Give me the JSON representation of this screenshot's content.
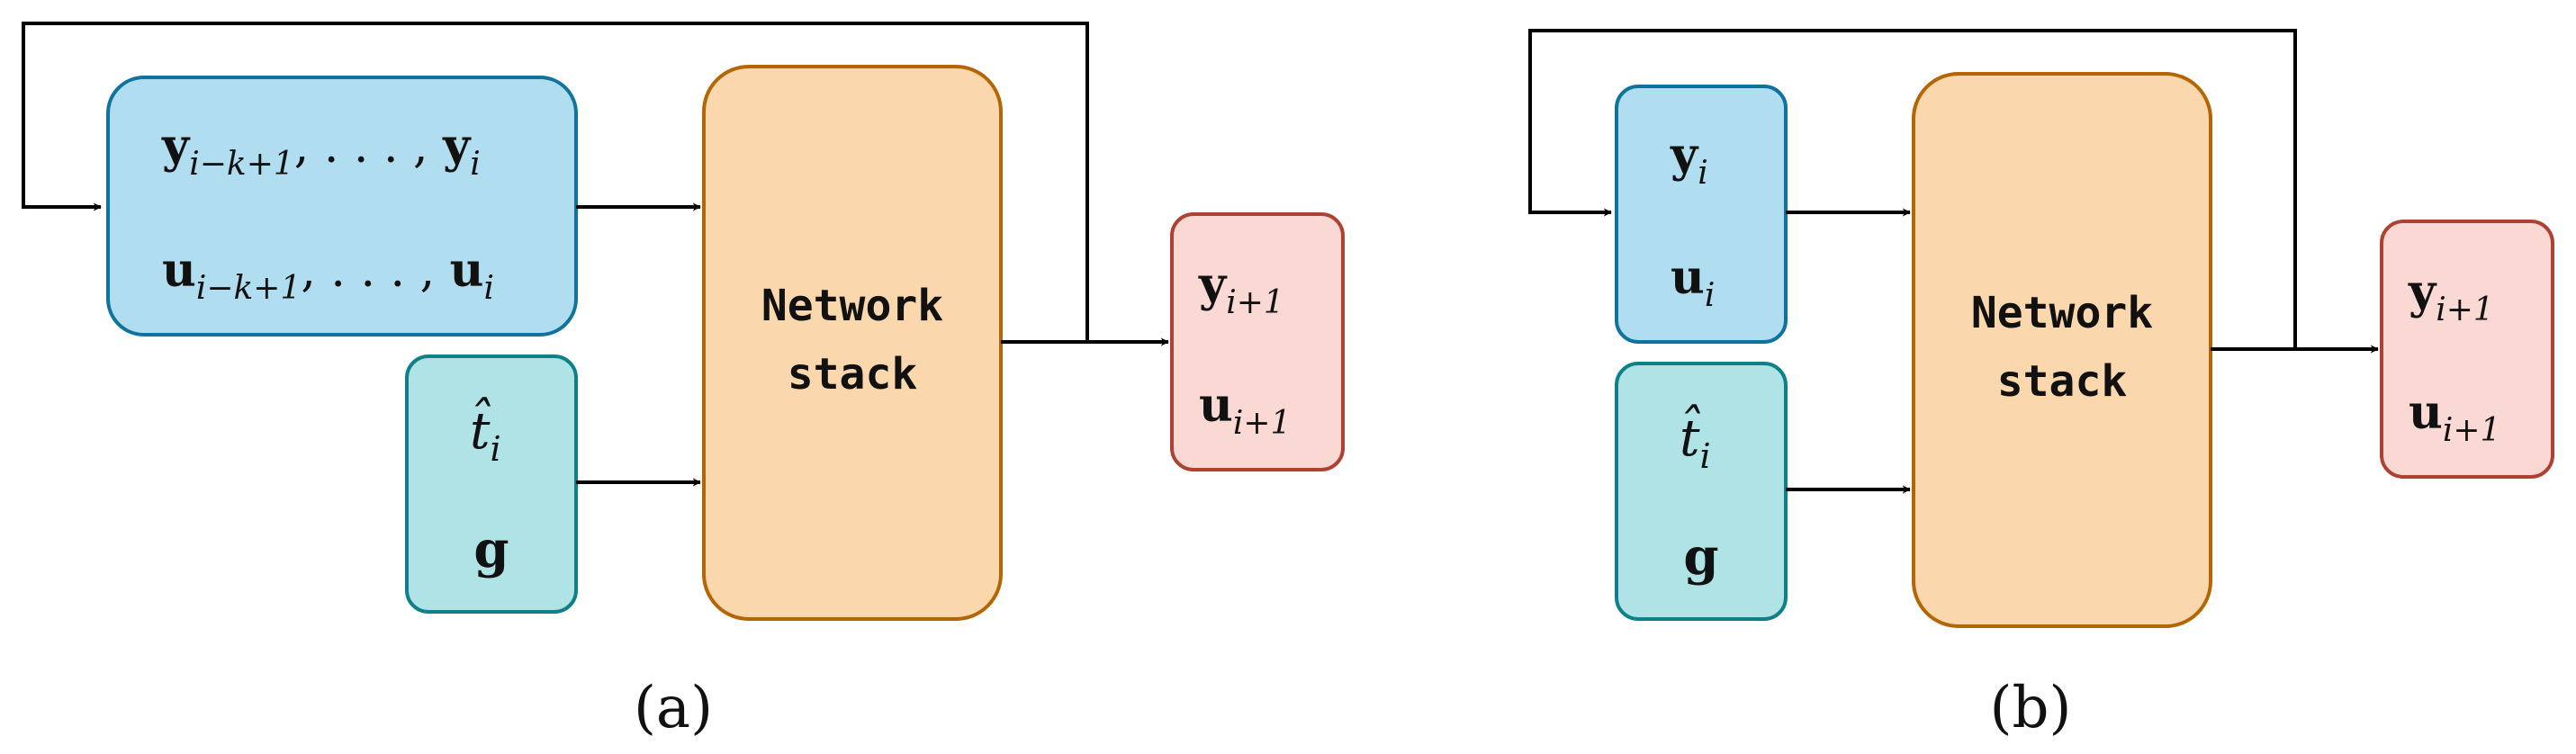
{
  "panels": [
    {
      "caption": "(a)",
      "history_box": {
        "y_row": {
          "first_base": "y",
          "first_sub": "i−k+1",
          "ellipsis": ", . . . , ",
          "last_base": "y",
          "last_sub": "i"
        },
        "u_row": {
          "first_base": "u",
          "first_sub": "i−k+1",
          "ellipsis": ", . . . , ",
          "last_base": "u",
          "last_sub": "i"
        }
      },
      "goal_box": {
        "t_base": "t̂",
        "t_sub": "i",
        "g": "g"
      },
      "network": {
        "line1": "Network",
        "line2": "stack"
      },
      "output_box": {
        "y_base": "y",
        "y_sub": "i+1",
        "u_base": "u",
        "u_sub": "i+1"
      }
    },
    {
      "caption": "(b)",
      "state_box": {
        "y_base": "y",
        "y_sub": "i",
        "u_base": "u",
        "u_sub": "i"
      },
      "goal_box": {
        "t_base": "t̂",
        "t_sub": "i",
        "g": "g"
      },
      "network": {
        "line1": "Network",
        "line2": "stack"
      },
      "output_box": {
        "y_base": "y",
        "y_sub": "i+1",
        "u_base": "u",
        "u_sub": "i+1"
      }
    }
  ],
  "colors": {
    "history_fill": "#b1ddf0",
    "history_stroke": "#10739e",
    "goal_fill": "#b0e3e6",
    "goal_stroke": "#0e8088",
    "network_fill": "#fad7ac",
    "network_stroke": "#b46504",
    "output_fill": "#fad9d5",
    "output_stroke": "#ae4132"
  }
}
